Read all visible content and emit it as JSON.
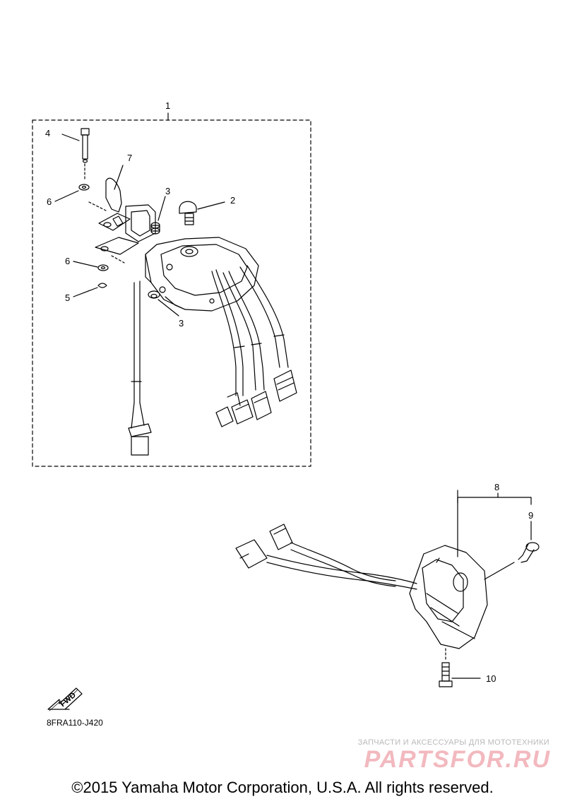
{
  "callouts": {
    "c1": "1",
    "c2": "2",
    "c3a": "3",
    "c3b": "3",
    "c4": "4",
    "c5": "5",
    "c6a": "6",
    "c6b": "6",
    "c7": "7",
    "c8": "8",
    "c9": "9",
    "c10": "10"
  },
  "fwd_label": "FWD",
  "drawing_code": "8FRA110-J420",
  "watermark": {
    "subtitle": "ЗАПЧАСТИ И АКСЕССУАРЫ ДЛЯ МОТОТЕХНИКИ",
    "logo": "PARTSFOR.RU"
  },
  "copyright": "©2015 Yamaha Motor Corporation, U.S.A. All rights reserved.",
  "colors": {
    "line": "#000000",
    "watermark_logo": "#f2b9bf",
    "watermark_text": "#b9b9b9"
  }
}
